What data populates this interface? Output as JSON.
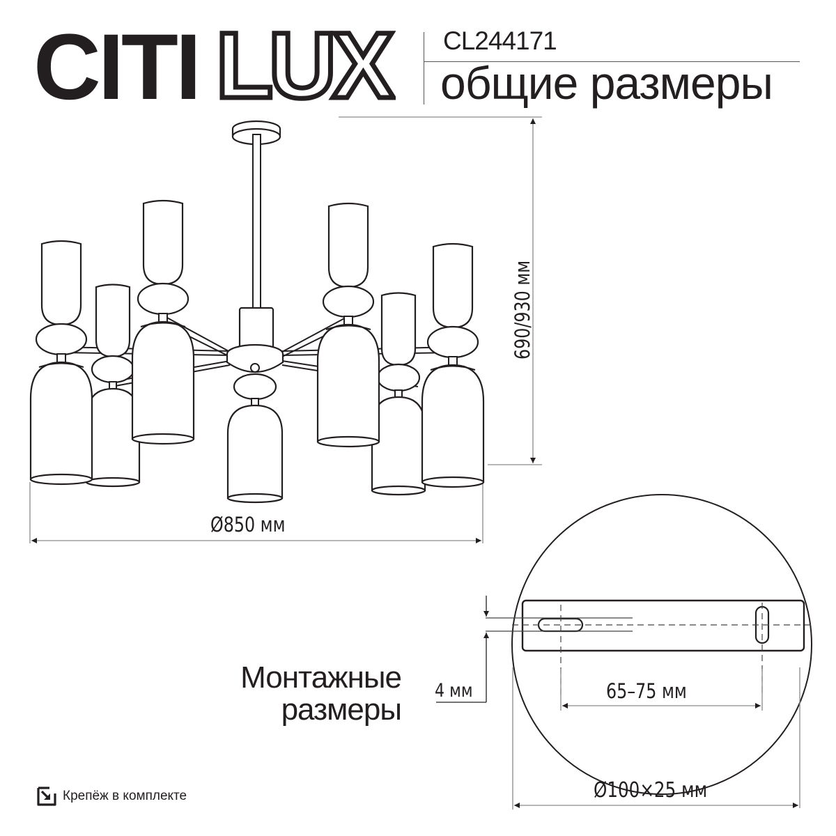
{
  "brand": {
    "logo_solid": "CITI",
    "logo_outline": "LUX"
  },
  "header": {
    "model": "CL244171",
    "title": "общие размеры"
  },
  "dimensions": {
    "height": "690/930 мм",
    "diameter": "Ø850 мм"
  },
  "mounting": {
    "title_line1": "Монтажные",
    "title_line2": "размеры",
    "slot_width": "4 мм",
    "hole_spacing": "65–75 мм",
    "canopy": "Ø100×25 мм"
  },
  "footer": {
    "icon": "fastener-included-icon",
    "label": "Крепёж в комплекте"
  },
  "colors": {
    "ink": "#231f20",
    "dimension_line": "#8a8a8a",
    "background": "#ffffff"
  }
}
